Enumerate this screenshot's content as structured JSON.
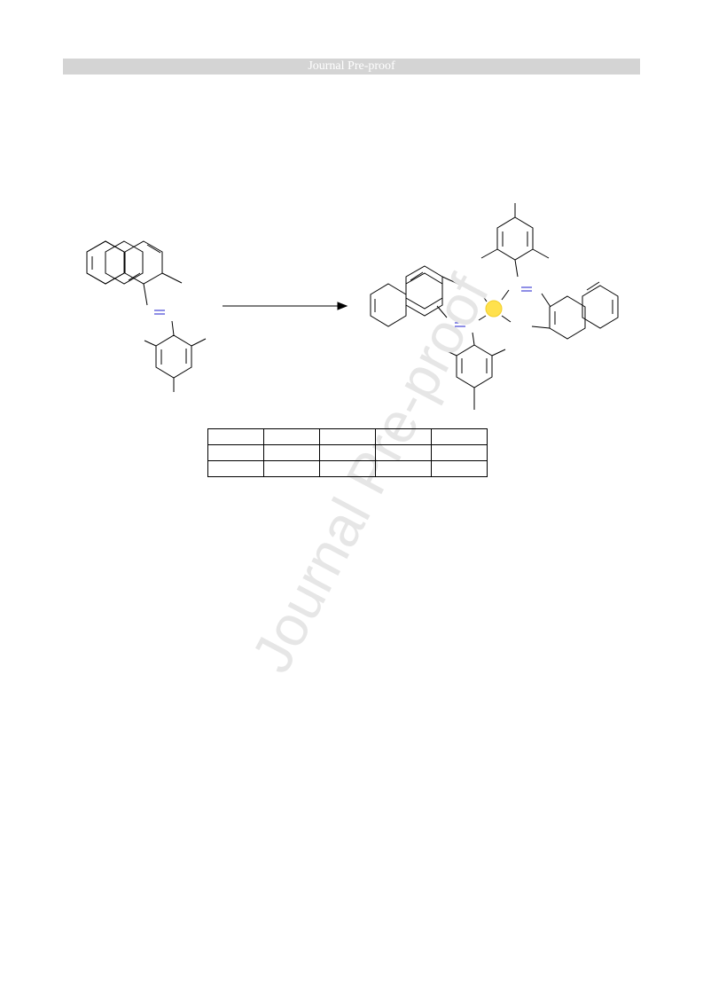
{
  "header": {
    "title": "Journal Pre-proof"
  },
  "watermark": {
    "text": "Journal Pre-proof"
  },
  "scheme": {
    "description": "reaction-scheme",
    "colors": {
      "bond": "#000000",
      "imine_bond": "#1f1fcc",
      "metal_center": "#ffe14d",
      "watermark": "#e6e6e6"
    }
  },
  "table": {
    "rows": [
      [
        "",
        "",
        "",
        "",
        ""
      ],
      [
        "",
        "",
        "",
        "",
        ""
      ],
      [
        "",
        "",
        "",
        "",
        ""
      ]
    ]
  }
}
